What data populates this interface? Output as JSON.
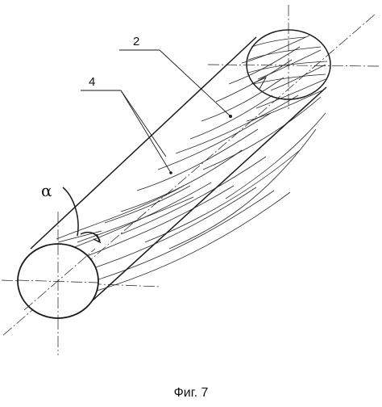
{
  "labels": {
    "label_2": "2",
    "label_4": "4",
    "label_alpha": "α"
  },
  "caption": "Фиг. 7"
}
